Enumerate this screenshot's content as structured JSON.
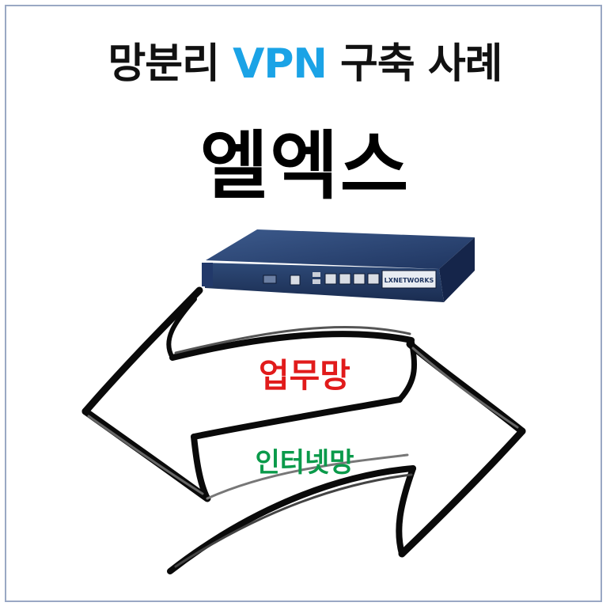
{
  "title": {
    "prefix": "망분리 ",
    "highlight": "VPN",
    "suffix": " 구축 사례"
  },
  "company": "엘엑스",
  "device": {
    "brand_label": "LXNETWORKS"
  },
  "labels": {
    "work_network": "업무망",
    "internet_network": "인터넷망"
  },
  "colors": {
    "vpn_accent": "#1ba3e6",
    "work_network": "#e11b1b",
    "internet_network": "#0a9a4a",
    "frame_border": "#9aa8c4",
    "device_body": "#2b4673"
  }
}
